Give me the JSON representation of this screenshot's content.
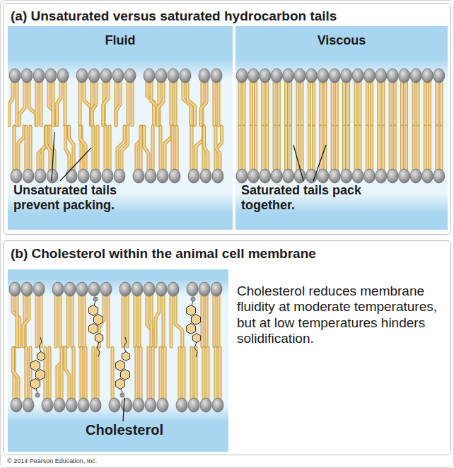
{
  "diagram": {
    "nodes": [
      {
        "text": [
          "(a) Unsaturated versus saturated hydrocarbon tails"
        ]
      },
      {
        "text": [
          "Fluid",
          "Unsaturated tails prevent packing."
        ],
        "in": 0
      },
      {
        "text": [
          "Viscous",
          "Saturated tails pack together."
        ],
        "in": 0
      },
      {
        "text": [
          "(b) Cholesterol within the animal cell membrane",
          "Cholesterol reduces membrane fluidity at moderate temperatures, but at low temperatures hinders solidification."
        ]
      },
      {
        "text": [
          "Cholesterol"
        ],
        "in": 3
      }
    ],
    "labels": [
      "© 2014 Pearson Education, Inc."
    ]
  }
}
